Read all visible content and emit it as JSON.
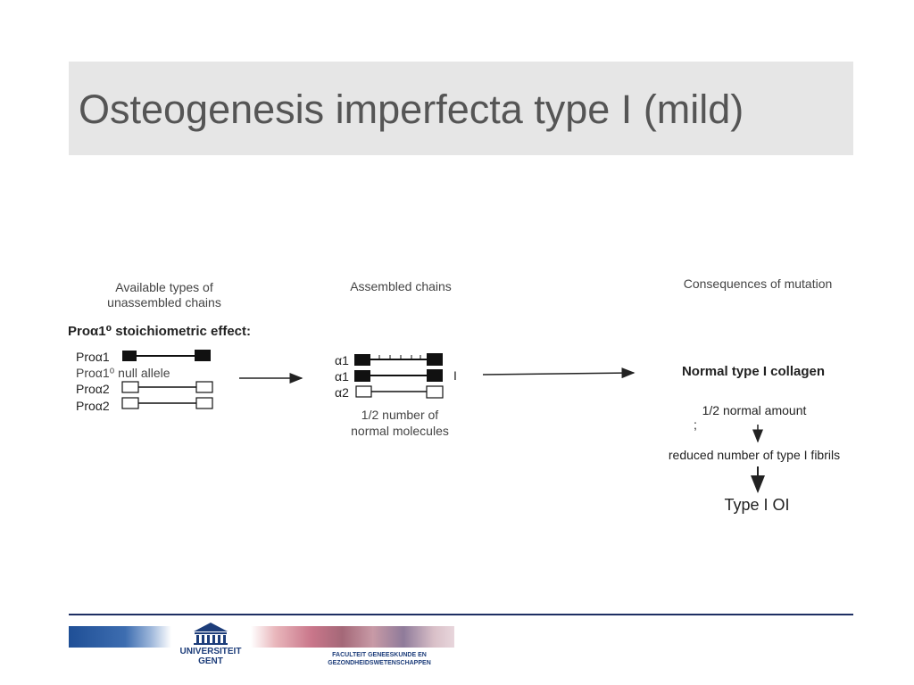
{
  "slide": {
    "title": "Osteogenesis imperfecta type I (mild)"
  },
  "diagram": {
    "left": {
      "heading_line1": "Available types of",
      "heading_line2": "unassembled chains",
      "effect_label": "Proα1⁰ stoichiometric effect:",
      "chains": [
        "Proα1",
        "Proα1⁰ null allele",
        "Proα2",
        "Proα2"
      ]
    },
    "middle": {
      "heading": "Assembled chains",
      "chains": [
        "α1",
        "α1",
        "α2"
      ],
      "marker": "I",
      "caption_line1": "1/2 number of",
      "caption_line2": "normal molecules"
    },
    "right": {
      "heading": "Consequences of mutation",
      "result": "Normal type I collagen",
      "amount": "1/2 normal amount",
      "tick_mark": ";",
      "fibrils": "reduced number of type I fibrils",
      "outcome": "Type I OI"
    }
  },
  "footer": {
    "university_line1": "UNIVERSITEIT",
    "university_line2": "GENT",
    "faculty_line1": "FACULTEIT GENEESKUNDE EN",
    "faculty_line2": "GEZONDHEIDSWETENSCHAPPEN",
    "university_logo_icon": "building-columns-icon",
    "colors": {
      "rule": "#1e2f63",
      "brand_blue": "#1d3d7a",
      "title_bg": "#e6e6e6",
      "title_text": "#555555"
    }
  }
}
